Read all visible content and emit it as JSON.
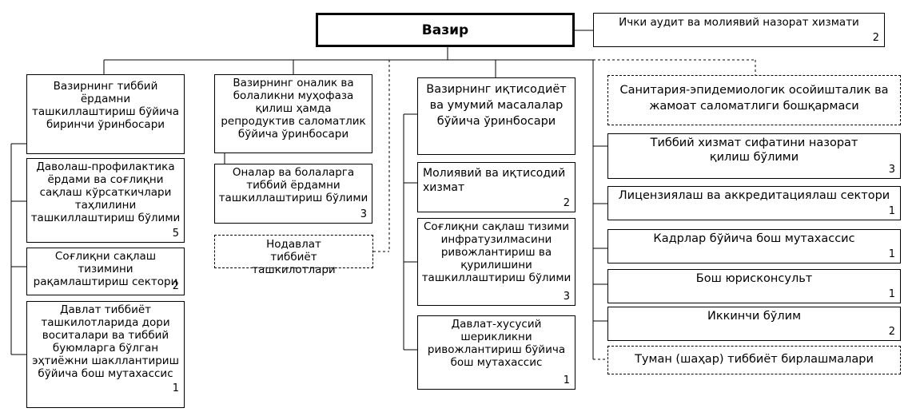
{
  "minister": {
    "title": "Вазир"
  },
  "audit": {
    "label": "Ички аудит ва молиявий назорат хизмати",
    "count": "2"
  },
  "column1": {
    "head": {
      "label": "Вазирнинг тиббий ёрдамни ташкиллаштириш бўйича биринчи ўринбосари"
    },
    "units": [
      {
        "label": "Даволаш-профилактика ёрдами ва соғлиқни сақлаш кўрсаткичлари таҳлилини ташкиллаштириш бўлими",
        "count": "5"
      },
      {
        "label": "Соғлиқни сақлаш тизимини рақамлаштириш сектори",
        "count": "2"
      },
      {
        "label": "Давлат тиббиёт ташкилотларида дори воситалари ва тиббий буюмларга бўлган эҳтиёжни шакллантириш бўйича бош мутахассис",
        "count": "1"
      }
    ]
  },
  "column2": {
    "head": {
      "label": "Вазирнинг оналик ва болаликни муҳофаза қилиш ҳамда репродуктив саломатлик бўйича ўринбосари"
    },
    "units": [
      {
        "label": "Оналар ва болаларга тиббий ёрдамни ташкиллаштириш бўлими",
        "count": "3"
      }
    ],
    "ngo": {
      "label": "Нодавлат тиббиёт ташкилотлари"
    }
  },
  "column3": {
    "head": {
      "label": "Вазирнинг иқтисодиёт ва умумий масалалар бўйича ўринбосари"
    },
    "units": [
      {
        "label": "Молиявий ва иқтисодий хизмат",
        "count": "2"
      },
      {
        "label": "Соғлиқни сақлаш тизими инфратузилмасини ривожлантириш ва қурилишини ташкиллаштириш бўлими",
        "count": "3"
      },
      {
        "label": "Давлат-хусусий шерикликни ривожлантириш бўйича бош мутахассис",
        "count": "1"
      }
    ]
  },
  "column4": {
    "sanitary": {
      "label": "Санитария-эпидемиологик осойишталик ва жамоат саломатлиги бошқармаси"
    },
    "units": [
      {
        "label": "Тиббий хизмат сифатини назорат қилиш бўлими",
        "count": "3"
      },
      {
        "label": "Лицензиялаш ва аккредитациялаш сектори",
        "count": "1"
      },
      {
        "label": "Кадрлар бўйича бош мутахассис",
        "count": "1"
      },
      {
        "label": "Бош юрисконсульт",
        "count": "1"
      },
      {
        "label": "Иккинчи бўлим",
        "count": "2"
      }
    ],
    "district": {
      "label": "Туман (шаҳар) тиббиёт бирлашмалари"
    }
  }
}
